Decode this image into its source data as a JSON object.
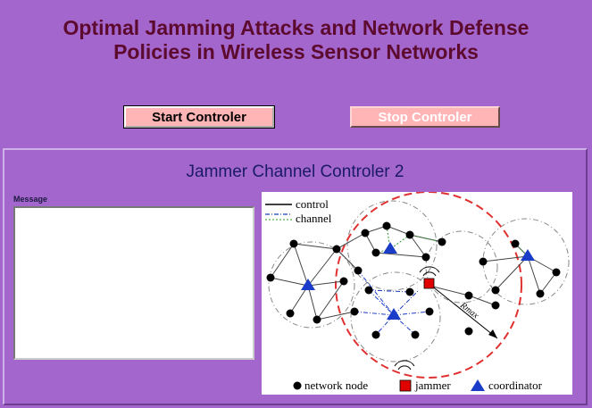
{
  "header": {
    "title_line1": "Optimal Jamming Attacks and Network Defense",
    "title_line2": "Policies in Wireless Sensor Networks"
  },
  "controls": {
    "start_label": "Start Controler",
    "stop_label": "Stop Controler"
  },
  "panel": {
    "title": "Jammer Channel Controler 2",
    "message_label": "Message",
    "message_value": ""
  },
  "diagram": {
    "legend_lines": {
      "control": "control",
      "channel": "channel"
    },
    "legend_nodes": {
      "network_node": "network node",
      "jammer": "jammer",
      "coordinator": "coordinator"
    },
    "rmax_label": "Rmax"
  },
  "colors": {
    "background": "#a366cc",
    "title": "#5c0a2e",
    "button_face": "#ffb5b5",
    "panel_title": "#1a1a66",
    "jammer": "#e00000",
    "coordinator": "#1a3cc8",
    "jam_range": "#e03030"
  }
}
